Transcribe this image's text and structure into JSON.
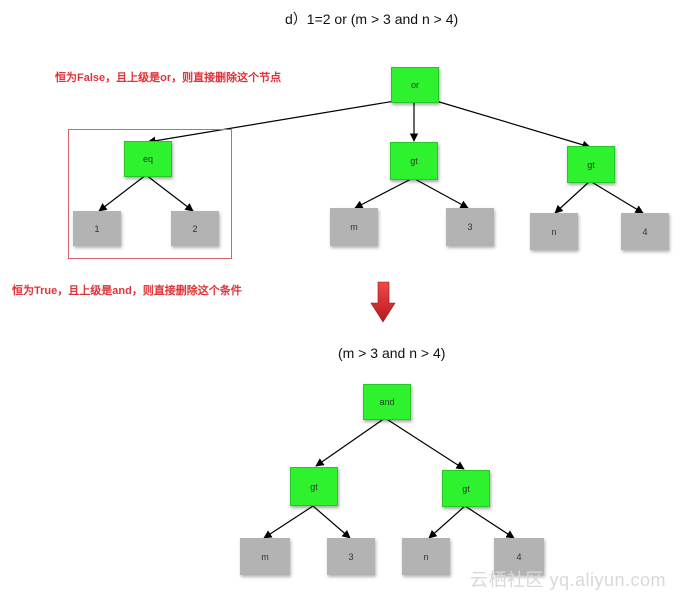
{
  "top_title": "d）1=2 or (m > 3 and n > 4)",
  "note_false": "恒为False，且上级是or，则直接删除这个节点",
  "note_true": "恒为True，且上级是and，则直接删除这个条件",
  "bottom_title": "(m > 3 and n > 4)",
  "watermark": "云栖社区 yq.aliyun.com",
  "colors": {
    "operator_node": "#2ef22e",
    "leaf_node": "#b3b3b3",
    "note_text": "#e0343a",
    "highlight_border": "#d9626a",
    "arrow": "#e0202a"
  },
  "tree_before": {
    "root": "or",
    "children": [
      {
        "op": "eq",
        "left": "1",
        "right": "2"
      },
      {
        "op": "gt",
        "left": "m",
        "right": "3"
      },
      {
        "op": "gt",
        "left": "n",
        "right": "4"
      }
    ]
  },
  "tree_after": {
    "root": "and",
    "children": [
      {
        "op": "gt",
        "left": "m",
        "right": "3"
      },
      {
        "op": "gt",
        "left": "n",
        "right": "4"
      }
    ]
  }
}
